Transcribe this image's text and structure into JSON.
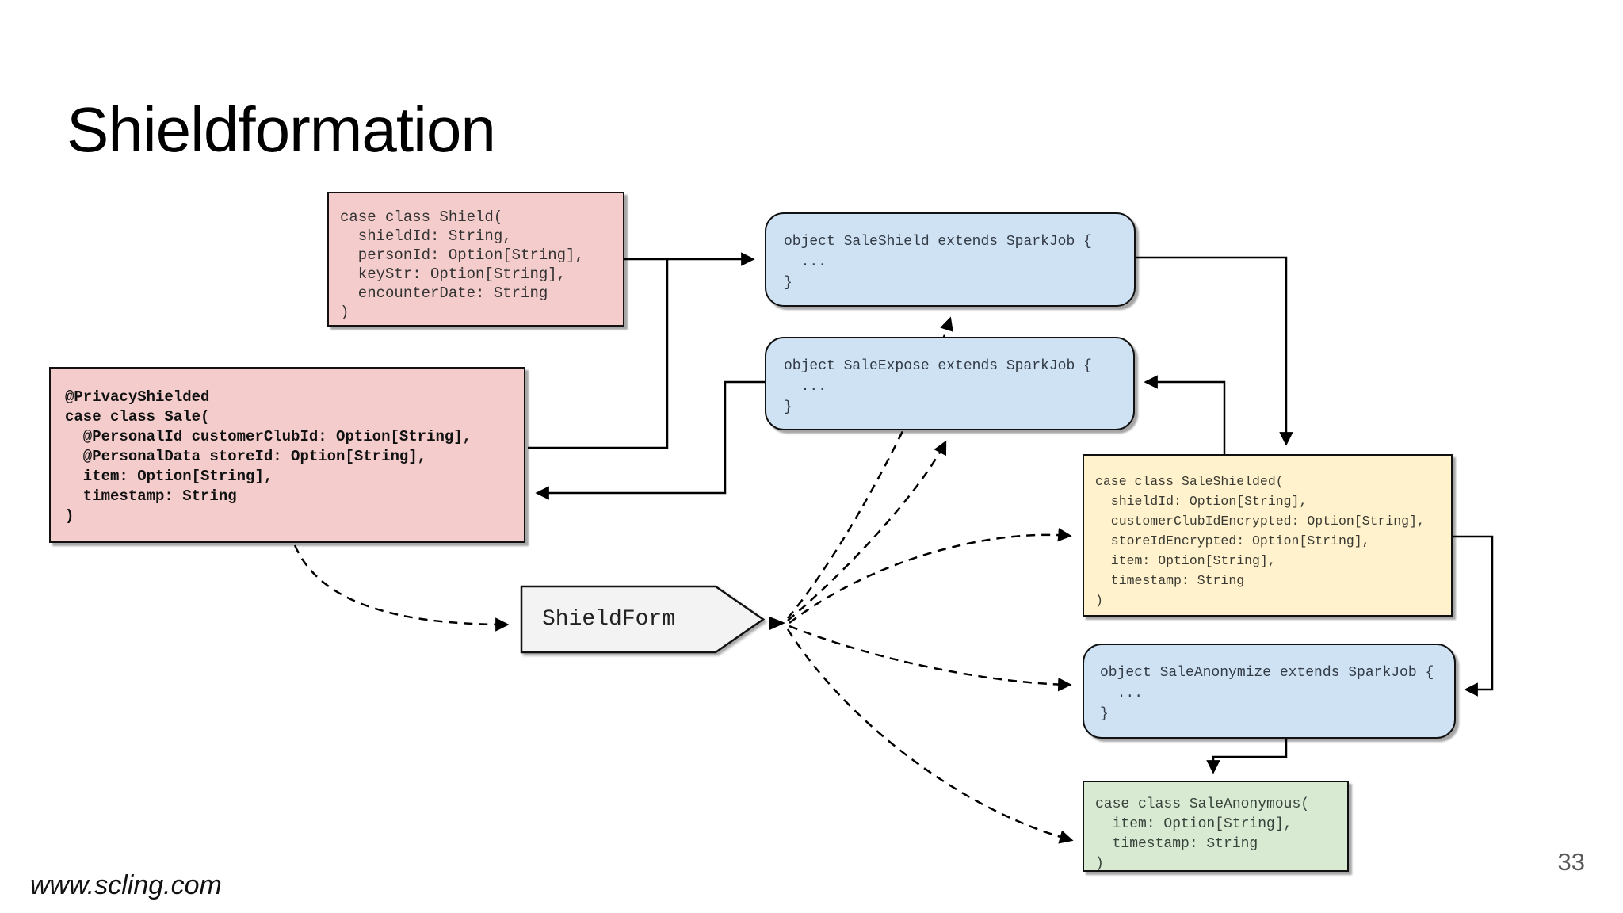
{
  "slide": {
    "title": "Shieldformation",
    "footer": "www.scling.com",
    "page_number": "33"
  },
  "colors": {
    "pink_box": "#f4cccc",
    "blue_box": "#cfe2f3",
    "yellow_box": "#fff2cc",
    "green_box": "#d9ead3",
    "pentagon": "#f3f3f3",
    "border": "#111111",
    "page_number_text": "#595959"
  },
  "nodes": {
    "shield": {
      "kind": "case-class",
      "code": "case class Shield(\n  shieldId: String,\n  personId: Option[String],\n  keyStr: Option[String],\n  encounterDate: String\n)"
    },
    "sale": {
      "kind": "case-class",
      "code": "@PrivacyShielded\ncase class Sale(\n  @PersonalId customerClubId: Option[String],\n  @PersonalData storeId: Option[String],\n  item: Option[String],\n  timestamp: String\n)"
    },
    "sale_shield": {
      "kind": "spark-job",
      "code": "object SaleShield extends SparkJob {\n  ...\n}"
    },
    "sale_expose": {
      "kind": "spark-job",
      "code": "object SaleExpose extends SparkJob {\n  ...\n}"
    },
    "sale_shielded": {
      "kind": "case-class",
      "code": "case class SaleShielded(\n  shieldId: Option[String],\n  customerClubIdEncrypted: Option[String],\n  storeIdEncrypted: Option[String],\n  item: Option[String],\n  timestamp: String\n)"
    },
    "sale_anonymize": {
      "kind": "spark-job",
      "code": "object SaleAnonymize extends SparkJob {\n  ...\n}"
    },
    "sale_anonymous": {
      "kind": "case-class",
      "code": "case class SaleAnonymous(\n  item: Option[String],\n  timestamp: String\n)"
    },
    "shield_form": {
      "kind": "pentagon",
      "label": "ShieldForm"
    }
  },
  "edges": [
    {
      "from": "shield",
      "to": "sale_shield",
      "style": "solid"
    },
    {
      "from": "sale",
      "to": "sale_shield",
      "style": "solid"
    },
    {
      "from": "sale_expose",
      "to": "sale",
      "style": "solid"
    },
    {
      "from": "sale_shield",
      "to": "sale_shielded",
      "style": "solid"
    },
    {
      "from": "sale_shielded",
      "to": "sale_expose",
      "style": "solid"
    },
    {
      "from": "sale_shielded",
      "to": "sale_anonymize",
      "style": "solid"
    },
    {
      "from": "sale_anonymize",
      "to": "sale_anonymous",
      "style": "solid"
    },
    {
      "from": "sale",
      "to": "shield_form",
      "style": "dashed"
    },
    {
      "from": "shield_form",
      "to": "sale_shield",
      "style": "dashed"
    },
    {
      "from": "shield_form",
      "to": "sale_expose",
      "style": "dashed"
    },
    {
      "from": "shield_form",
      "to": "sale_shielded",
      "style": "dashed"
    },
    {
      "from": "shield_form",
      "to": "sale_anonymize",
      "style": "dashed"
    },
    {
      "from": "shield_form",
      "to": "sale_anonymous",
      "style": "dashed"
    }
  ]
}
